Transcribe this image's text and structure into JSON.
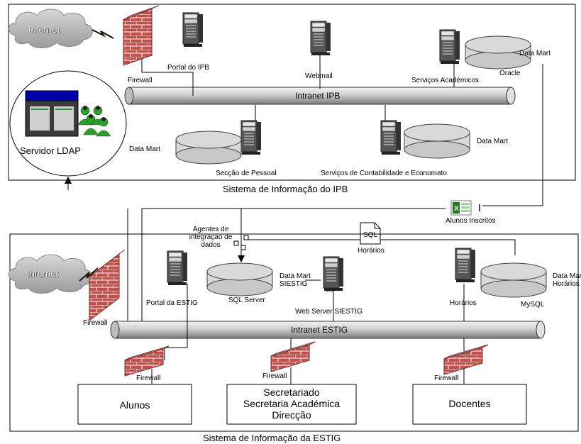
{
  "ipb": {
    "caption": "Sistema de Informação do IPB",
    "internet": "Internet",
    "firewall": "Firewall",
    "servers": {
      "portal": "Portal do IPB",
      "webmail": "Webmail",
      "academicos": "Serviços Académicos",
      "pessoal": "Secção de Pessoal",
      "contabilidade": "Serviços de Contabilidade e Economato"
    },
    "intranet": "Intranet IPB",
    "ldap": "Servidor LDAP",
    "datamart_left": "Data Mart",
    "datamart_right": "Data Mart",
    "datamart_oracle": "Data Mart",
    "oracle": "Oracle"
  },
  "middle": {
    "alunos_inscritos": "Alunos Inscritos",
    "agentes": [
      "Agentes de",
      "integração de",
      "dados"
    ],
    "sql_doc": "SQL",
    "horarios_doc": "Horários"
  },
  "estig": {
    "caption": "Sistema de Informação da ESTIG",
    "internet": "Internet",
    "firewall": "Firewall",
    "portal": "Portal da ESTIG",
    "sqlserver": "SQL Server",
    "datamart_siestig": [
      "Data Mart",
      "SIESTIG"
    ],
    "webserver": "Web Server SIESTIG",
    "horarios_server": "Horários",
    "mysql": "MySQL",
    "datamart_horarios": [
      "Data Mart",
      "Horários"
    ],
    "intranet": "Intranet ESTIG",
    "fw_alunos": "Firewall",
    "fw_secretariado": "Firewall",
    "fw_docentes": "Firewall",
    "box_alunos": "Alunos",
    "box_secretariado": [
      "Secretariado",
      "Secretaria Académica",
      "Direcção"
    ],
    "box_docentes": "Docentes"
  },
  "colors": {
    "brick": "#c0504d",
    "brick_mortar": "#f2dcdb",
    "disk": "#d9d9d9",
    "server_body": "#6e6e6e",
    "ldap_screen": "#0000aa",
    "users": "#2e9e2e",
    "excel_green": "#1f7a1f",
    "connector_blue": "#3333cc"
  }
}
